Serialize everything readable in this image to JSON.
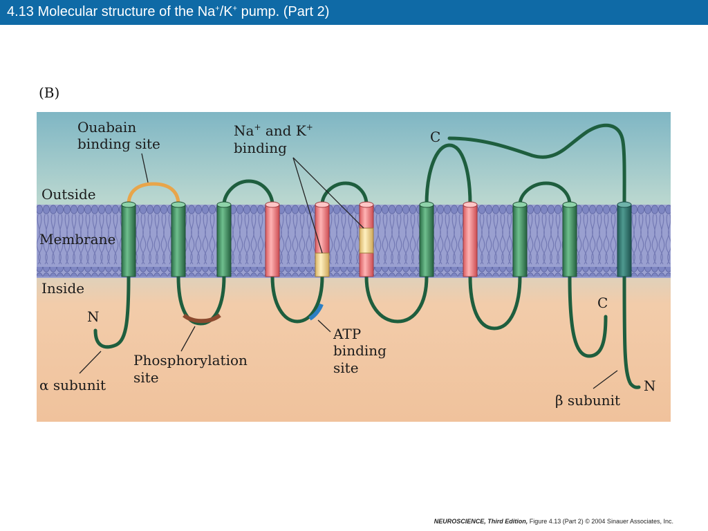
{
  "slide": {
    "title_prefix": "4.13  Molecular structure of the Na",
    "title_sup1": "+",
    "title_mid": "/K",
    "title_sup2": "+",
    "title_suffix": " pump. (Part 2)"
  },
  "panel_label": "(B)",
  "labels": {
    "ouabain_line1": "Ouabain",
    "ouabain_line2": "binding site",
    "na_prefix": "Na",
    "na_sup": "+",
    "na_mid": " and K",
    "k_sup": "+",
    "na_k_line2": "binding",
    "outside": "Outside",
    "membrane": "Membrane",
    "inside": "Inside",
    "alpha_n": "N",
    "alpha_subunit": "α subunit",
    "phospho_line1": "Phosphorylation",
    "phospho_line2": "site",
    "atp_line1": "ATP",
    "atp_line2": "binding",
    "atp_line3": "site",
    "beta_c_top": "C",
    "alpha_c": "C",
    "beta_n": "N",
    "beta_subunit": "β subunit"
  },
  "credit": {
    "book": "NEUROSCIENCE, Third Edition,",
    "figure": " Figure 4.13 (Part 2)",
    "copyright": "  © 2004 Sinauer Associates, Inc."
  },
  "colors": {
    "title_bar": "#0f6aa6",
    "outside_top": "#8fbfca",
    "inside": "#f0c9a4",
    "membrane": "#8f95c8",
    "lipid_head": "#7d84c0",
    "strand": "#1e5e3e",
    "green_helix": "#3d8a5e",
    "red_helix": "#e8787a",
    "yellow_segment": "#f1d48a",
    "beta_helix": "#2f6f6a",
    "ouabain_loop": "#e8a54a",
    "phospho_site": "#8b4a2f",
    "atp_site": "#2c7fc4"
  },
  "icons": {
    "helix": "cylinder",
    "lipid": "phospholipid-head"
  }
}
